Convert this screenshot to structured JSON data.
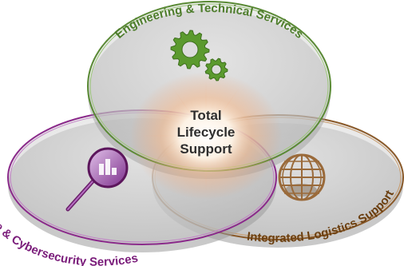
{
  "diagram": {
    "center": {
      "lines": [
        "Total",
        "Lifecycle",
        "Support"
      ]
    },
    "circles": [
      {
        "id": "engineering",
        "label": "Engineering & Technical Services",
        "icon": "gears-icon",
        "color": "#4e7d2c",
        "rim": "#7fb05a"
      },
      {
        "id": "intelligence",
        "label": "Intelligence & Cybersecurity Services",
        "icon": "magnifier-icon",
        "color": "#7a1c7a",
        "rim": "#a04aa8"
      },
      {
        "id": "logistics",
        "label": "Integrated Logistics Support",
        "icon": "globe-icon",
        "color": "#6b3f10",
        "rim": "#a06a32"
      }
    ]
  }
}
